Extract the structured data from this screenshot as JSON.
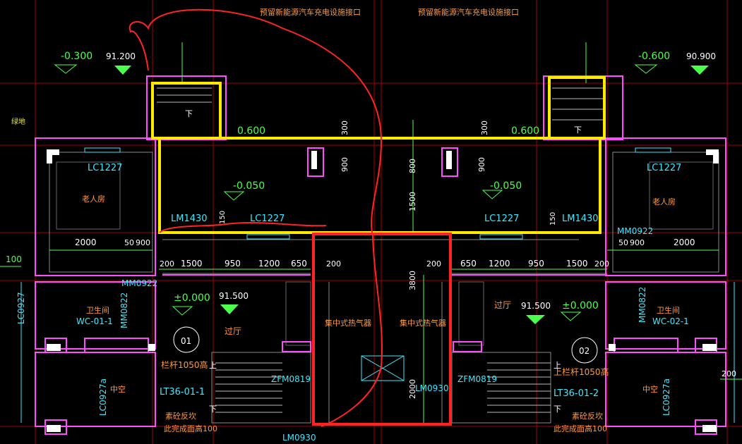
{
  "top_notes": [
    "预留新能源汽车充电设施接口",
    "预留新能源汽车充电设施接口"
  ],
  "level_marks": {
    "left_minus": "-0.300",
    "left_abs": "91.200",
    "right_minus": "-0.600",
    "right_abs": "90.900",
    "mid_left_abs": "91.500",
    "mid_left_zero": "±0.000",
    "mid_right_abs": "91.500",
    "mid_right_zero": "±0.000",
    "bal_left": "-0.050",
    "bal_right": "-0.050",
    "step_left": "0.600",
    "step_right": "0.600"
  },
  "labels": {
    "green_area": "绿地",
    "lc1227": "LC1227",
    "lm1430": "LM1430",
    "elderly_room": "老人房",
    "mm0922": "MM0922",
    "mm0822": "MM0822",
    "bathroom": "卫生间",
    "wc_left": "WC-01-1",
    "wc_right": "WC-02-1",
    "hall": "过厅",
    "atrium": "中空",
    "heater": "集中式热气器",
    "up": "上",
    "down": "下",
    "rail": "栏杆1050高",
    "rail_right": "上栏杆1050高",
    "lt_left": "LT36-01-1",
    "lt_right": "LT36-01-2",
    "fire_window": "素砼反坎",
    "finish_height": "此完成面高100",
    "zfm": "ZFM0819",
    "lm0930": "LM0930",
    "lc0927": "LC0927",
    "lc0927a": "LC0927a",
    "axis_1": "01",
    "axis_2": "02"
  },
  "dimensions": {
    "d2000": "2000",
    "d50": "50",
    "d900": "900",
    "d50b": "50",
    "d200": "200",
    "d1500": "1500",
    "d950": "950",
    "d1200": "1200",
    "d650": "650",
    "d300": "300",
    "d800": "800",
    "d3800": "3800",
    "d150": "150",
    "d100": "100"
  },
  "colors": {
    "yellow_markup": "#ffea00",
    "red_markup": "#ff2424",
    "wall": "#ff4dff",
    "grid_red": "#b00000",
    "dim_green": "#4dff4d",
    "text_cyan": "#3fe8ff",
    "text_orange": "#ff9a3c"
  }
}
